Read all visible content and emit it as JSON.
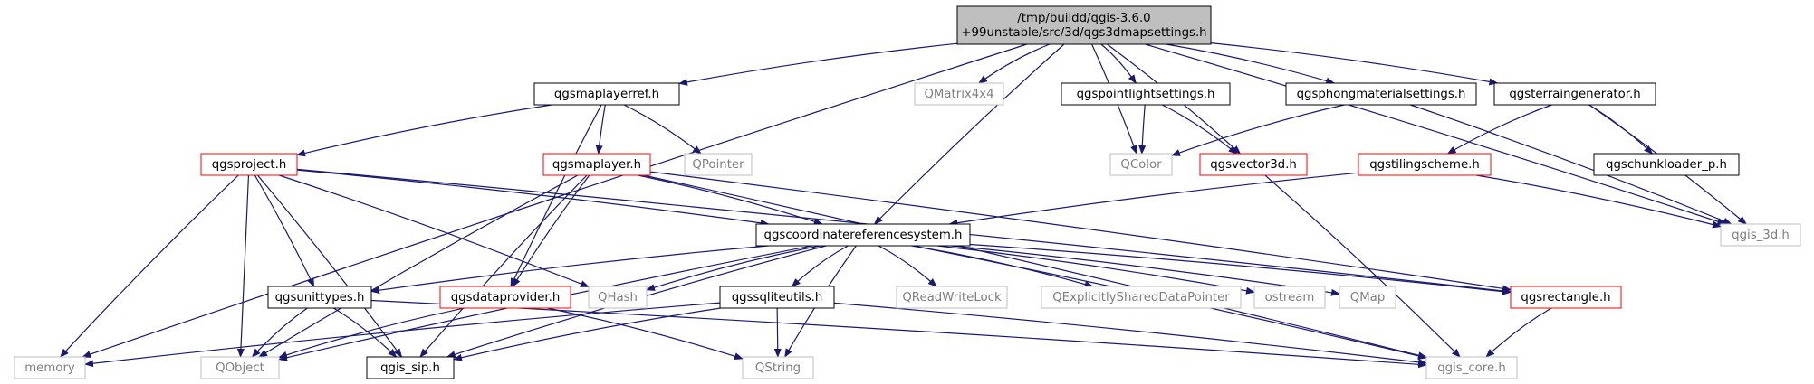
{
  "nodes": [
    {
      "id": "root",
      "label": "/tmp/buildd/qgis-3.6.0\n+99unstable/src/3d/qgs3dmapsettings.h",
      "style": "root"
    },
    {
      "id": "memory",
      "label": "memory",
      "style": "gray"
    },
    {
      "id": "qgsmaplayerref",
      "label": "qgsmaplayerref.h",
      "style": "black"
    },
    {
      "id": "qmatrix4x4",
      "label": "QMatrix4x4",
      "style": "gray"
    },
    {
      "id": "qgspointlight",
      "label": "qgspointlightsettings.h",
      "style": "black"
    },
    {
      "id": "qgsphong",
      "label": "qgsphongmaterialsettings.h",
      "style": "black"
    },
    {
      "id": "qgsterraingen",
      "label": "qgsterraingenerator.h",
      "style": "black"
    },
    {
      "id": "qgsproject",
      "label": "qgsproject.h",
      "style": "red"
    },
    {
      "id": "qgsmaplayer",
      "label": "qgsmaplayer.h",
      "style": "red"
    },
    {
      "id": "qpointer",
      "label": "QPointer",
      "style": "gray"
    },
    {
      "id": "qcolor",
      "label": "QColor",
      "style": "gray"
    },
    {
      "id": "qgsvector3d",
      "label": "qgsvector3d.h",
      "style": "red"
    },
    {
      "id": "qgstiling",
      "label": "qgstilingscheme.h",
      "style": "red"
    },
    {
      "id": "qgschunkloader",
      "label": "qgschunkloader_p.h",
      "style": "black"
    },
    {
      "id": "qgis3d",
      "label": "qgis_3d.h",
      "style": "gray"
    },
    {
      "id": "qgscrs",
      "label": "qgscoordinatereferencesystem.h",
      "style": "black"
    },
    {
      "id": "qgsunittypes",
      "label": "qgsunittypes.h",
      "style": "black"
    },
    {
      "id": "qgsdataprovider",
      "label": "qgsdataprovider.h",
      "style": "red"
    },
    {
      "id": "qhash",
      "label": "QHash",
      "style": "gray"
    },
    {
      "id": "qgssqlite",
      "label": "qgssqliteutils.h",
      "style": "black"
    },
    {
      "id": "qreadwritelock",
      "label": "QReadWriteLock",
      "style": "gray"
    },
    {
      "id": "qexplicit",
      "label": "QExplicitlySharedDataPointer",
      "style": "gray"
    },
    {
      "id": "ostream",
      "label": "ostream",
      "style": "gray"
    },
    {
      "id": "qmap",
      "label": "QMap",
      "style": "gray"
    },
    {
      "id": "qgsrectangle",
      "label": "qgsrectangle.h",
      "style": "red"
    },
    {
      "id": "qobject",
      "label": "QObject",
      "style": "gray"
    },
    {
      "id": "qgissip",
      "label": "qgis_sip.h",
      "style": "black"
    },
    {
      "id": "qstring",
      "label": "QString",
      "style": "gray"
    },
    {
      "id": "qgiscore",
      "label": "qgis_core.h",
      "style": "gray"
    }
  ],
  "edges": [
    [
      "root",
      "memory"
    ],
    [
      "root",
      "qgsmaplayerref"
    ],
    [
      "root",
      "qmatrix4x4"
    ],
    [
      "root",
      "qgspointlight"
    ],
    [
      "root",
      "qgsphong"
    ],
    [
      "root",
      "qgsterraingen"
    ],
    [
      "root",
      "qcolor"
    ],
    [
      "root",
      "qgsvector3d"
    ],
    [
      "root",
      "qgis3d"
    ],
    [
      "root",
      "qgscrs"
    ],
    [
      "qgsmaplayerref",
      "qgsproject"
    ],
    [
      "qgsmaplayerref",
      "qgsmaplayer"
    ],
    [
      "qgsmaplayerref",
      "qpointer"
    ],
    [
      "qgsmaplayerref",
      "qgsdataprovider"
    ],
    [
      "qgspointlight",
      "qcolor"
    ],
    [
      "qgspointlight",
      "qgsvector3d"
    ],
    [
      "qgsphong",
      "qcolor"
    ],
    [
      "qgsphong",
      "qgis3d"
    ],
    [
      "qgsterraingen",
      "qgstiling"
    ],
    [
      "qgsterraingen",
      "qgschunkloader"
    ],
    [
      "qgsterraingen",
      "qgis3d"
    ],
    [
      "qgstiling",
      "qgscrs"
    ],
    [
      "qgstiling",
      "qgis3d"
    ],
    [
      "qgsvector3d",
      "qgiscore"
    ],
    [
      "qgsproject",
      "memory"
    ],
    [
      "qgsproject",
      "qobject"
    ],
    [
      "qgsproject",
      "qgissip"
    ],
    [
      "qgsproject",
      "qgsunittypes"
    ],
    [
      "qgsproject",
      "qhash"
    ],
    [
      "qgsproject",
      "qgscrs"
    ],
    [
      "qgsproject",
      "qgsrectangle"
    ],
    [
      "qgsmaplayer",
      "qobject"
    ],
    [
      "qgsmaplayer",
      "qgissip"
    ],
    [
      "qgsmaplayer",
      "qgsdataprovider"
    ],
    [
      "qgsmaplayer",
      "qgscrs"
    ],
    [
      "qgsmaplayer",
      "qgiscore"
    ],
    [
      "qgsmaplayer",
      "qgsrectangle"
    ],
    [
      "qgscrs",
      "qgsunittypes"
    ],
    [
      "qgscrs",
      "qobject"
    ],
    [
      "qgscrs",
      "qgissip"
    ],
    [
      "qgscrs",
      "qhash"
    ],
    [
      "qgscrs",
      "qgssqlite"
    ],
    [
      "qgscrs",
      "qreadwritelock"
    ],
    [
      "qgscrs",
      "qexplicit"
    ],
    [
      "qgscrs",
      "ostream"
    ],
    [
      "qgscrs",
      "qmap"
    ],
    [
      "qgscrs",
      "qgsrectangle"
    ],
    [
      "qgscrs",
      "qstring"
    ],
    [
      "qgscrs",
      "qgiscore"
    ],
    [
      "qgsunittypes",
      "qobject"
    ],
    [
      "qgsunittypes",
      "qgissip"
    ],
    [
      "qgsunittypes",
      "qgiscore"
    ],
    [
      "qgsdataprovider",
      "qobject"
    ],
    [
      "qgsdataprovider",
      "qstring"
    ],
    [
      "qgssqlite",
      "memory"
    ],
    [
      "qgssqlite",
      "qgissip"
    ],
    [
      "qgssqlite",
      "qstring"
    ],
    [
      "qgssqlite",
      "qgiscore"
    ],
    [
      "qgsrectangle",
      "qgiscore"
    ]
  ],
  "colors": {
    "edge": "#191970",
    "root_fill": "#bfbfbf",
    "red": "#ff0000",
    "gray": "#bfbfbf",
    "black": "#000000"
  }
}
